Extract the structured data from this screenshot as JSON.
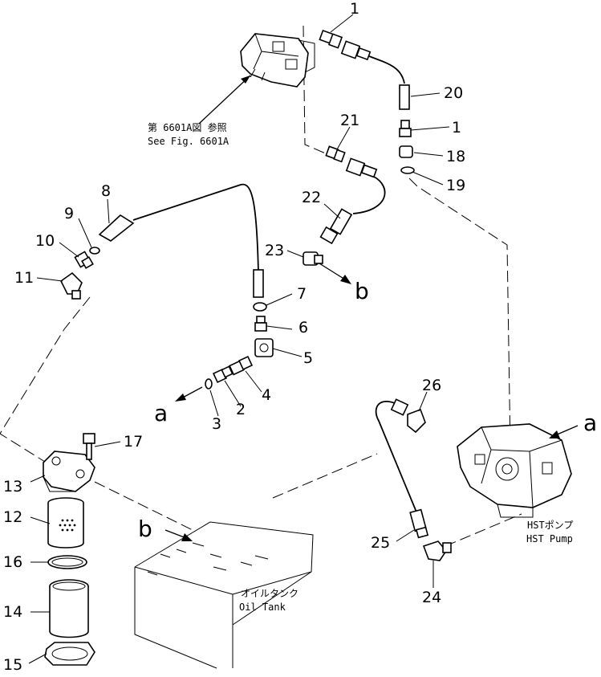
{
  "labels": {
    "p1a": "1",
    "p1b": "1",
    "p2": "2",
    "p3": "3",
    "p4": "4",
    "p5": "5",
    "p6": "6",
    "p7": "7",
    "p8": "8",
    "p9": "9",
    "p10": "10",
    "p11": "11",
    "p12": "12",
    "p13": "13",
    "p14": "14",
    "p15": "15",
    "p16": "16",
    "p17": "17",
    "p18": "18",
    "p19": "19",
    "p20": "20",
    "p21": "21",
    "p22": "22",
    "p23": "23",
    "p24": "24",
    "p25": "25",
    "p26": "26"
  },
  "markers": {
    "a_left": "a",
    "a_right": "a",
    "b_top": "b",
    "b_bottom": "b"
  },
  "notes": {
    "ref_jp": "第 6601A図 参照",
    "ref_en": "See Fig. 6601A",
    "pump_jp": "HSTポンプ",
    "pump_en": "HST Pump",
    "tank_jp": "オイルタンク",
    "tank_en": "Oil Tank"
  }
}
